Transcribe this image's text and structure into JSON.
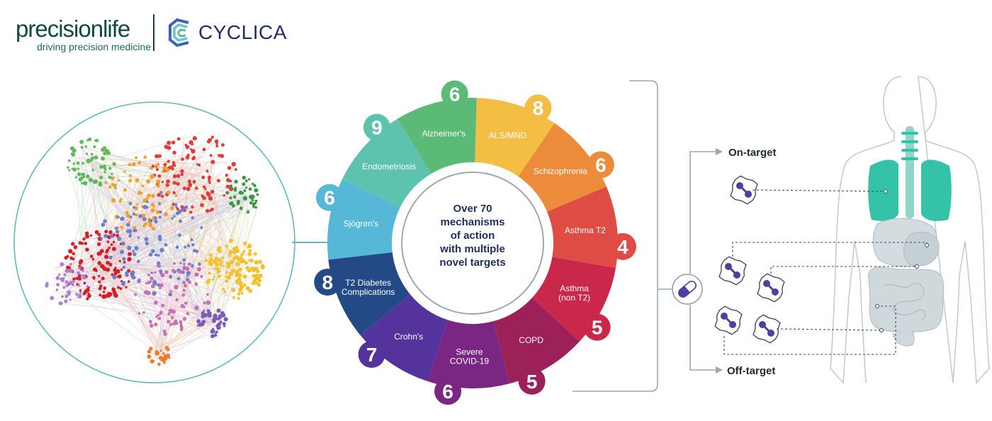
{
  "brand": {
    "precision_name": "precisionlife",
    "precision_tagline": "driving precision medicine",
    "cyclica_name": "CYCLICA"
  },
  "center_text": [
    "Over 70",
    "mechanisms",
    "of action",
    "with multiple",
    "novel targets"
  ],
  "segments": [
    {
      "label": [
        "Alzheimer's"
      ],
      "value": "6",
      "color": "#5cba77"
    },
    {
      "label": [
        "ALS/MND"
      ],
      "value": "8",
      "color": "#f4be45"
    },
    {
      "label": [
        "Schizophrenia"
      ],
      "value": "6",
      "color": "#ec8c3a"
    },
    {
      "label": [
        "Asthma T2"
      ],
      "value": "4",
      "color": "#de4c44"
    },
    {
      "label": [
        "Asthma",
        "(non T2)"
      ],
      "value": "5",
      "color": "#c9284b"
    },
    {
      "label": [
        "COPD"
      ],
      "value": "5",
      "color": "#9c2158"
    },
    {
      "label": [
        "Severe",
        "COVID-19"
      ],
      "value": "6",
      "color": "#7a2783"
    },
    {
      "label": [
        "Crohn's"
      ],
      "value": "7",
      "color": "#55339c"
    },
    {
      "label": [
        "T2 Diabetes",
        "Complications"
      ],
      "value": "8",
      "color": "#234a86"
    },
    {
      "label": [
        "Sjögren's"
      ],
      "value": "6",
      "color": "#56b7d7"
    },
    {
      "label": [
        "Endometriosis"
      ],
      "value": "9",
      "color": "#5dc3ae"
    }
  ],
  "labels": {
    "on_target": "On-target",
    "off_target": "Off-target"
  },
  "colors": {
    "network_ring": "#5fb8c2",
    "lung": "#34c3a9",
    "organ_gray": "#c9d4d8",
    "pill": "#4b3fa0",
    "bracket": "#9aa9ad"
  }
}
